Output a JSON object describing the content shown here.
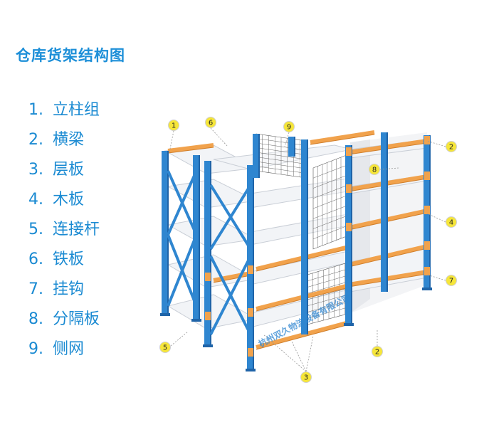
{
  "title": "仓库货架结构图",
  "legend": [
    {
      "num": "1.",
      "label": "立柱组"
    },
    {
      "num": "2.",
      "label": "横梁"
    },
    {
      "num": "3.",
      "label": "层板"
    },
    {
      "num": "4.",
      "label": "木板"
    },
    {
      "num": "5.",
      "label": "连接杆"
    },
    {
      "num": "6.",
      "label": "铁板"
    },
    {
      "num": "7.",
      "label": "挂钩"
    },
    {
      "num": "8.",
      "label": "分隔板"
    },
    {
      "num": "9.",
      "label": "侧网"
    }
  ],
  "callouts": [
    "1",
    "6",
    "9",
    "2",
    "8",
    "4",
    "7",
    "5",
    "3",
    "2"
  ],
  "watermark": "杭州双久物流设备有限公司",
  "colors": {
    "title": "#1d8fd8",
    "legend_text": "#1a8ad2",
    "upright": "#2f86d0",
    "upright_dark": "#1f64a8",
    "beam": "#f1a24c",
    "shelf": "#f2f4f7",
    "callout_fill": "#f6e63a"
  }
}
